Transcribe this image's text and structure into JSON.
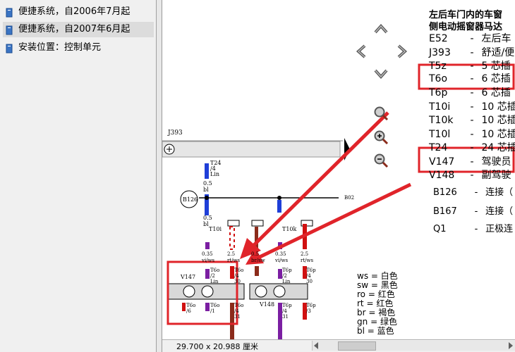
{
  "tree": {
    "items": [
      {
        "label": "便捷系统，自2006年7月起",
        "selected": false
      },
      {
        "label": "便捷系统，自2007年6月起",
        "selected": true
      },
      {
        "label": "安装位置：控制单元",
        "selected": false
      }
    ]
  },
  "diagram": {
    "title_line1": "左后车门内的车窗",
    "title_line2": "侧电动摇窗器马达",
    "codes": [
      {
        "code": "E52",
        "dash": "-",
        "desc": "左后车"
      },
      {
        "code": "J393",
        "dash": "-",
        "desc": "舒适/便"
      },
      {
        "code": "T5z",
        "dash": "-",
        "desc": "5 芯插"
      },
      {
        "code": "T6o",
        "dash": "-",
        "desc": "6 芯插"
      },
      {
        "code": "T6p",
        "dash": "-",
        "desc": "6 芯插"
      },
      {
        "code": "T10i",
        "dash": "-",
        "desc": "10 芯插"
      },
      {
        "code": "T10k",
        "dash": "-",
        "desc": "10 芯插"
      },
      {
        "code": "T10l",
        "dash": "-",
        "desc": "10 芯插"
      },
      {
        "code": "T24",
        "dash": "-",
        "desc": "24 芯插"
      },
      {
        "code": "V147",
        "dash": "-",
        "desc": "驾驶员"
      },
      {
        "code": "V148",
        "dash": "-",
        "desc": "副驾驶"
      },
      {
        "code": "B126",
        "dash": "-",
        "desc": "连接（"
      },
      {
        "code": "B167",
        "dash": "-",
        "desc": "连接（"
      },
      {
        "code": "Q1",
        "dash": "-",
        "desc": "正极连"
      }
    ],
    "legend": [
      {
        "abbr": "ws",
        "sep": "=",
        "color": "白色"
      },
      {
        "abbr": "sw",
        "sep": "=",
        "color": "黑色"
      },
      {
        "abbr": "ro",
        "sep": "=",
        "color": "红色"
      },
      {
        "abbr": "rt",
        "sep": "=",
        "color": "红色"
      },
      {
        "abbr": "br",
        "sep": "=",
        "color": "褐色"
      },
      {
        "abbr": "gn",
        "sep": "=",
        "color": "绿色"
      },
      {
        "abbr": "bl",
        "sep": "=",
        "color": "蓝色"
      }
    ],
    "labels": {
      "j393": "J393",
      "t24": "T24",
      "t24_pin": "/4",
      "lin": "Lin",
      "w05": "0.5",
      "bl": "bl",
      "b126": "B126",
      "b02": "B02",
      "t10i": "T10i",
      "t10k": "T10k",
      "w035": "0.35",
      "w25": "2.5",
      "viws": "vi/ws",
      "rtws": "rt/ws",
      "brsw": "br/sw",
      "v147": "V147",
      "v148": "V148",
      "t6o": "T6o",
      "t6p": "T6p",
      "pin2": "/2",
      "pin4": "/4",
      "pin1": "/1",
      "pin6": "/6",
      "pin3": "/3",
      "pin30": "30",
      "pin31": "31"
    }
  },
  "status": {
    "page_size": "29.700 x 20.988 厘米"
  },
  "colors": {
    "highlight": "#e0242a",
    "wire_blue": "#1f3fd8",
    "wire_purple": "#7b1fa2",
    "wire_brown": "#8b2b1b"
  }
}
